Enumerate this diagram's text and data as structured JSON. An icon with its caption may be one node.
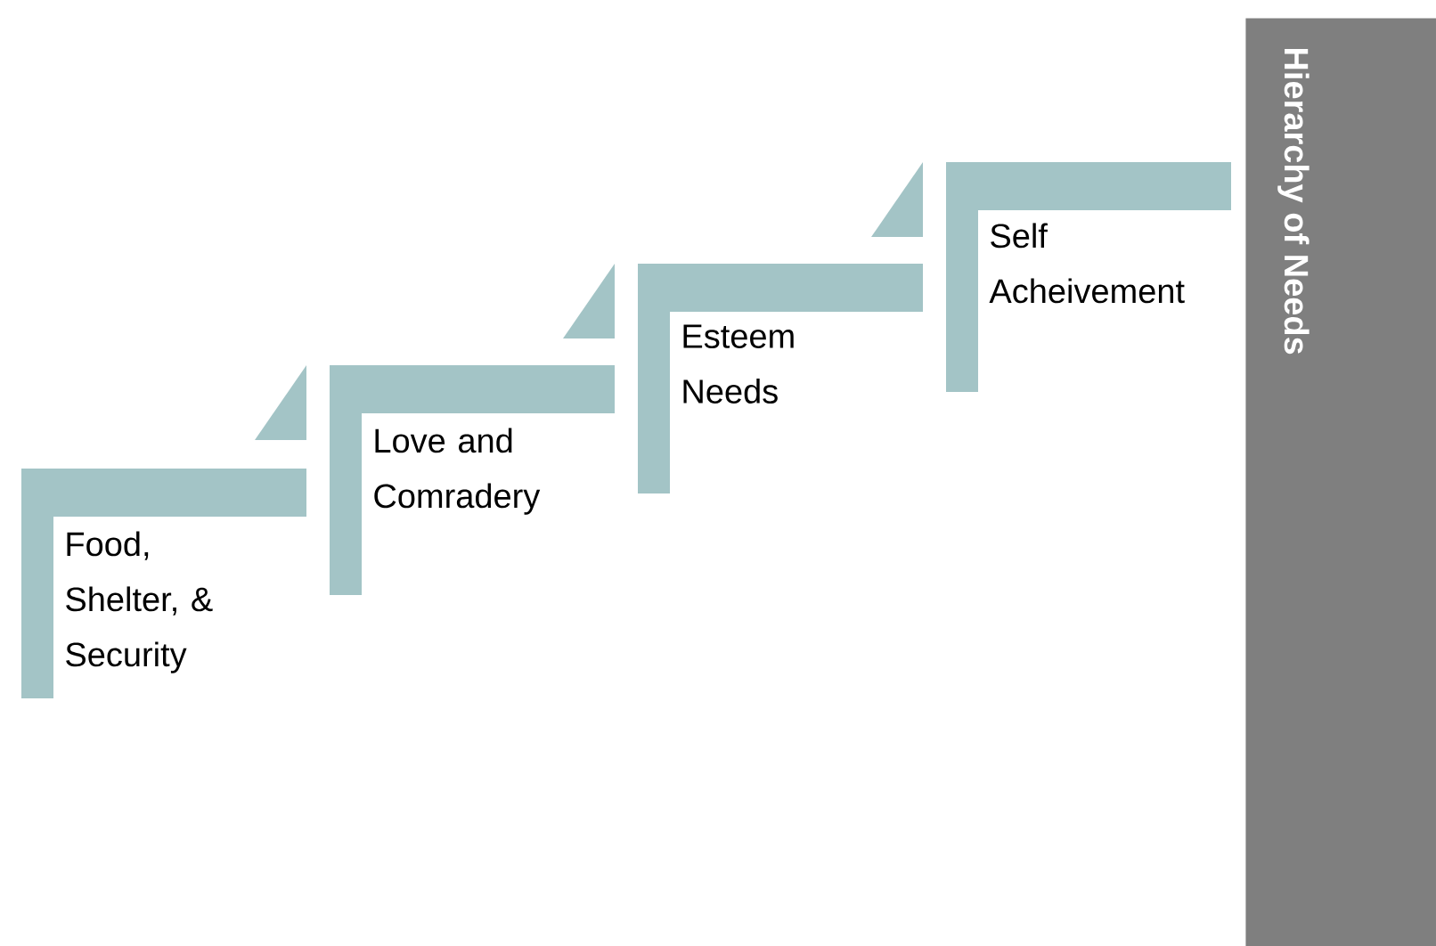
{
  "diagram": {
    "nodes": [
      {
        "text": [
          "Food, Shelter, & Security"
        ]
      },
      {
        "text": [
          "Love and Comradery"
        ]
      },
      {
        "text": [
          "Esteem Needs"
        ]
      },
      {
        "text": [
          "Self Acheivement"
        ]
      },
      {
        "text": [
          "Hierarchy of Needs"
        ]
      }
    ]
  }
}
